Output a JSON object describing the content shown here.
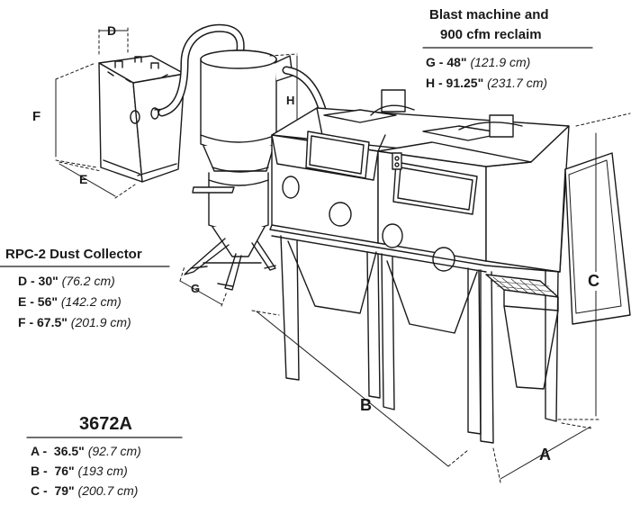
{
  "blast_machine": {
    "title_line1": "Blast machine and",
    "title_line2": "900 cfm reclaim",
    "specs": [
      {
        "label": "G - 48\"",
        "metric": "(121.9 cm)"
      },
      {
        "label": "H - 91.25\"",
        "metric": "(231.7 cm)"
      }
    ]
  },
  "dust_collector": {
    "title": "RPC-2 Dust Collector",
    "specs": [
      {
        "label": "D - 30\"",
        "metric": "(76.2 cm)"
      },
      {
        "label": "E - 56\"",
        "metric": "(142.2 cm)"
      },
      {
        "label": "F - 67.5\"",
        "metric": "(201.9 cm)"
      }
    ]
  },
  "cabinet": {
    "model": "3672A",
    "specs": [
      {
        "label": "A -  36.5\"",
        "metric": "(92.7 cm)"
      },
      {
        "label": "B -  76\"",
        "metric": "(193 cm)"
      },
      {
        "label": "C -  79\"",
        "metric": "(200.7 cm)"
      }
    ]
  },
  "dimension_letters": {
    "a": "A",
    "b": "B",
    "c": "C",
    "d": "D",
    "e": "E",
    "f": "F",
    "g": "G",
    "h": "H"
  }
}
